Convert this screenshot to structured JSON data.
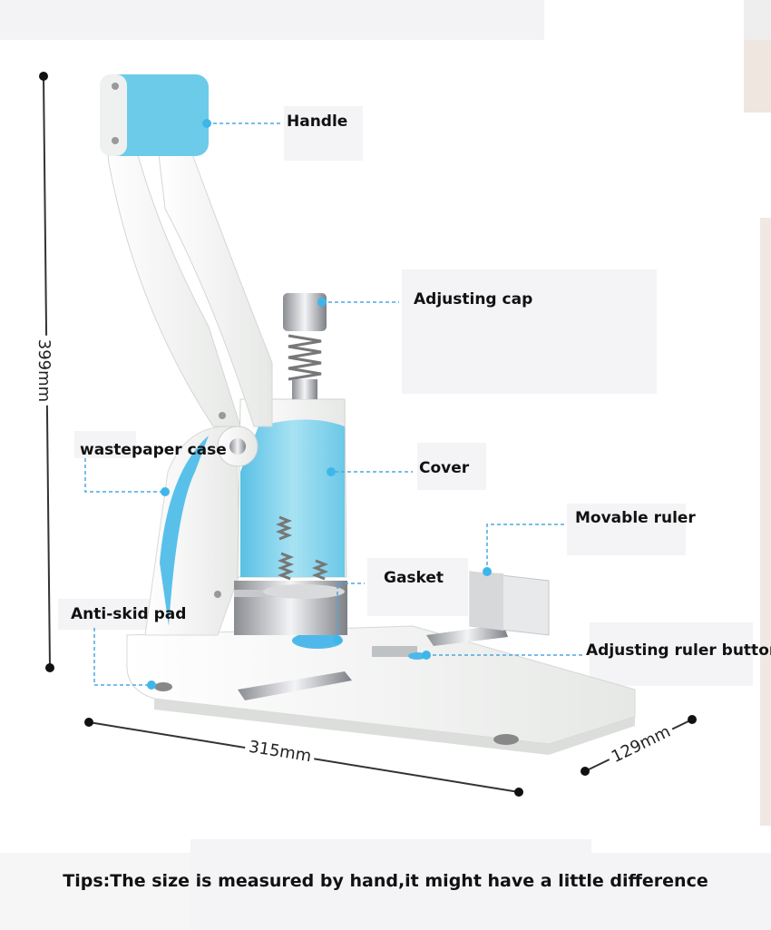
{
  "labels": {
    "handle": "Handle",
    "adjusting_cap": "Adjusting cap",
    "wastepaper_case": "wastepaper case",
    "cover": "Cover",
    "movable_ruler": "Movable ruler",
    "gasket": "Gasket",
    "anti_skid_pad": "Anti-skid pad",
    "adjusting_ruler_button": "Adjusting ruler button"
  },
  "dimensions": {
    "height": "399mm",
    "width": "315mm",
    "depth": "129mm"
  },
  "tips": "Tips:The size is measured by hand,it might have a little difference",
  "colors": {
    "accent": "#3fb6ea",
    "body": "#f2f3f0",
    "blue_part": "#7fd3ec",
    "leader_line": "#4aa8e0",
    "text": "#111111"
  }
}
